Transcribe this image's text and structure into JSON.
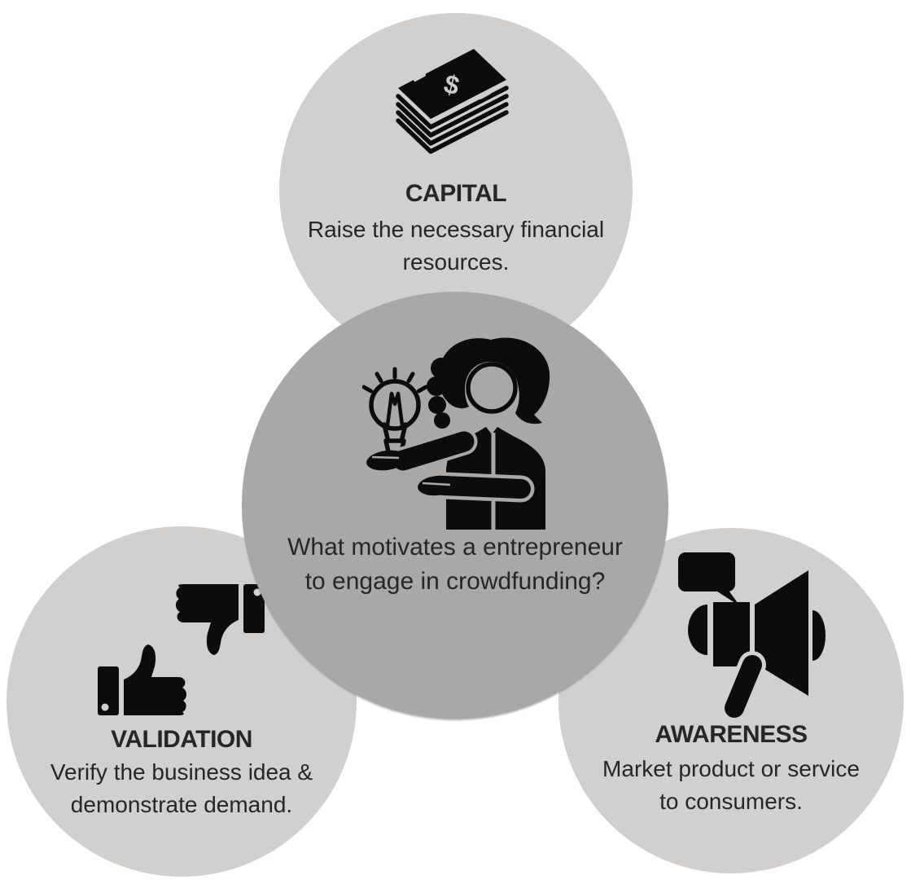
{
  "figure": {
    "background_color": "#ffffff",
    "colors": {
      "outer_circle": "#d2d0ce",
      "center_circle": "#a9a8a6",
      "icon": "#0c0c0c",
      "text": "#272525"
    },
    "center": {
      "icon": "idea-presenter-icon",
      "question_line1": "What motivates a entrepreneur",
      "question_line2": "to engage in crowdfunding?"
    },
    "nodes": [
      {
        "id": "capital",
        "icon": "money-stack-icon",
        "title": "CAPITAL",
        "desc_line1": "Raise the necessary financial",
        "desc_line2": "resources."
      },
      {
        "id": "validation",
        "icon": "thumbs-up-down-icon",
        "title": "VALIDATION",
        "desc_line1": "Verify the business idea &",
        "desc_line2": "demonstrate demand."
      },
      {
        "id": "awareness",
        "icon": "megaphone-icon",
        "title": "AWARENESS",
        "desc_line1": "Market product or service",
        "desc_line2": "to consumers."
      }
    ]
  }
}
